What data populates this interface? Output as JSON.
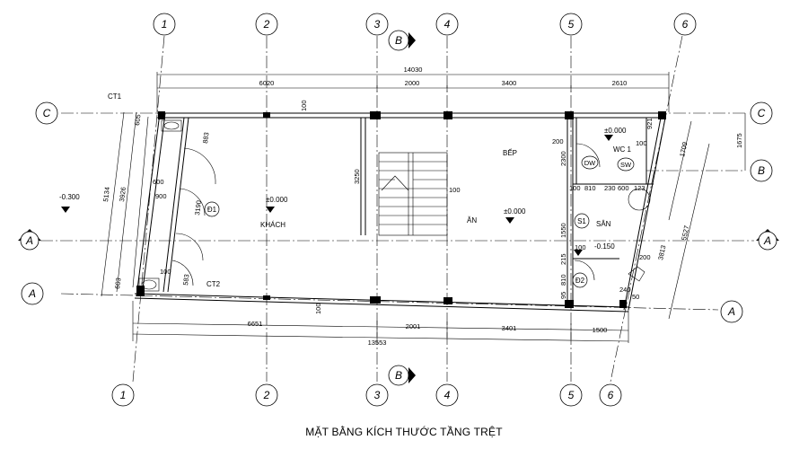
{
  "title": "MẶT BẰNG KÍCH THƯỚC TẦNG TRỆT",
  "grid_axes": {
    "vertical": [
      "1",
      "2",
      "3",
      "4",
      "5",
      "6"
    ],
    "horizontal": [
      "A",
      "B",
      "C"
    ],
    "section": "B"
  },
  "dimensions": {
    "top_overall": "14030",
    "top_segments": [
      "6020",
      "2000",
      "3400",
      "2610"
    ],
    "bottom_overall": "13553",
    "bottom_segments": [
      "6651",
      "2001",
      "3401",
      "1500"
    ],
    "left_overall": "5134",
    "left_inner": "3926",
    "left_top": "605",
    "left_bottom": "603",
    "left_door_1": "600",
    "left_door_2": "900",
    "left_window": "3190",
    "right_1709": "1709",
    "right_1675": "1675",
    "right_5527": "5527",
    "right_3813": "3813",
    "stair_3250": "3250",
    "dim_883": "883",
    "dim_583": "583",
    "dim_100_a": "100",
    "dim_100_b": "100",
    "dim_100_c": "100",
    "dim_100_d": "100",
    "dim_100_e": "100",
    "dim_100_f": "100",
    "dim_100_g": "100",
    "dim_200": "200",
    "dim_2300": "2300",
    "dim_1550": "1550",
    "dim_215": "215",
    "dim_810_a": "810",
    "dim_810_b": "810",
    "dim_95": "95",
    "dim_230": "230",
    "dim_600": "600",
    "dim_123": "123",
    "dim_921": "921",
    "dim_50": "50",
    "dim_240": "240",
    "dim_200_b": "200"
  },
  "labels": {
    "ct1": "CT1",
    "ct2": "CT2",
    "khach": "KHÁCH",
    "an": "ĂN",
    "bep": "BẾP",
    "wc1": "WC 1",
    "san": "SÂN",
    "d1": "Đ1",
    "d2": "Đ2",
    "s1": "S1",
    "dw": "DW",
    "sw": "SW"
  },
  "levels": {
    "outside": "-0.300",
    "khach": "±0.000",
    "an": "±0.000",
    "wc": "±0.000",
    "san": "-0.150"
  }
}
